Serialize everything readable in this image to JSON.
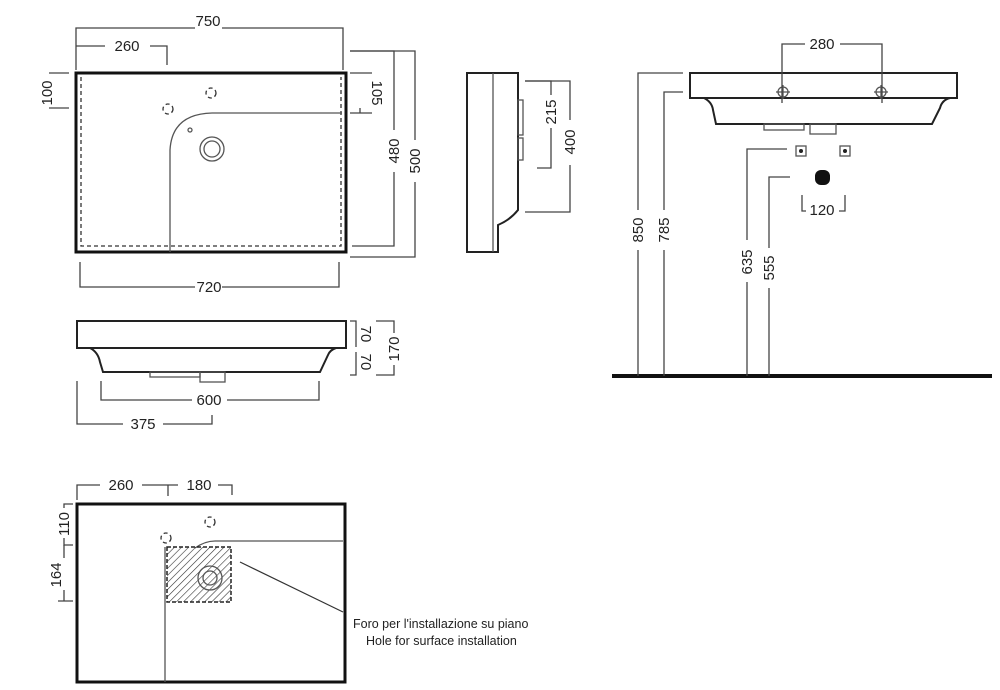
{
  "top_view": {
    "overall_width": "750",
    "tap_offset": "260",
    "front_margin": "100",
    "back_offset": "105",
    "inner_depth": "480",
    "overall_depth": "500",
    "inner_width": "720"
  },
  "side_view": {
    "bracket_height": "215",
    "depth_total": "400"
  },
  "front_view": {
    "rim_height": "70",
    "bowl_height": "70",
    "total_height": "170",
    "bowl_width": "600",
    "drain_offset": "375"
  },
  "installation_view": {
    "top_height": "850",
    "rim_underside_height": "785",
    "tap_spacing": "280",
    "supply_height": "635",
    "waste_height": "555",
    "supply_spacing": "120"
  },
  "cutout_view": {
    "tap_offset": "260",
    "cutout_width": "180",
    "front_margin": "110",
    "cutout_depth": "164",
    "note_it": "Foro per l'installazione su piano",
    "note_en": "Hole for surface installation"
  }
}
